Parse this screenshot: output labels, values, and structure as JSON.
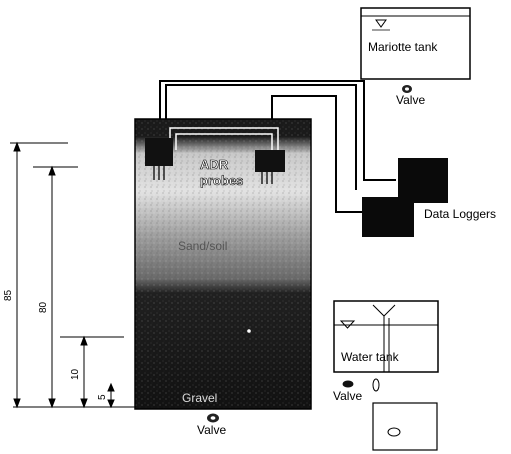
{
  "labels": {
    "mariotte_tank": "Mariotte tank",
    "valve_top": "Valve",
    "adr_probes_line1": "ADR",
    "adr_probes_line2": "probes",
    "data_loggers": "Data Loggers",
    "soil": "Sand/soil",
    "water_tank": "Water tank",
    "valve_right": "Valve",
    "gravel": "Gravel",
    "valve_bottom": "Valve",
    "dim_85": "85",
    "dim_80": "80",
    "dim_10": "10",
    "dim_5": "5"
  },
  "colors": {
    "ink": "#000000",
    "column_top": "#d8d8d8",
    "column_bottom": "#141414",
    "logger": "#0a0a0a"
  },
  "icons": [
    "valve-icon",
    "water-level-triangle-icon",
    "bubble-icon"
  ]
}
